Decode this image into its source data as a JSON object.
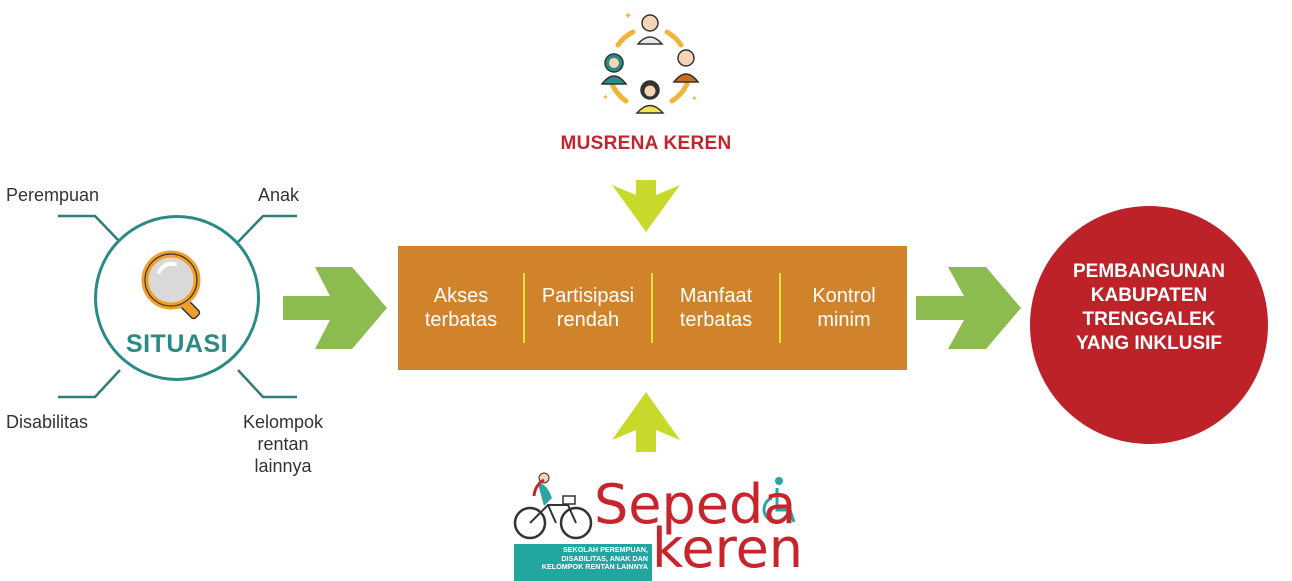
{
  "situasi": {
    "title": "SITUASI",
    "spokes": {
      "top_left": "Perempuan",
      "top_right": "Anak",
      "bottom_left": "Disabilitas",
      "bottom_right_1": "Kelompok",
      "bottom_right_2": "rentan",
      "bottom_right_3": "lainnya"
    }
  },
  "musrena": {
    "label": "MUSRENA KEREN"
  },
  "barriers": [
    {
      "line1": "Akses",
      "line2": "terbatas"
    },
    {
      "line1": "Partisipasi",
      "line2": "rendah"
    },
    {
      "line1": "Manfaat",
      "line2": "terbatas"
    },
    {
      "line1": "Kontrol",
      "line2": "minim"
    }
  ],
  "result": {
    "line1": "PEMBANGUNAN",
    "line2": "KABUPATEN",
    "line3": "TRENGGALEK",
    "line4": "YANG INKLUSIF"
  },
  "sepeda_logo": {
    "word1": "Sepeda",
    "word2": "keren",
    "banner_line1": "SEKOLAH PEREMPUAN,",
    "banner_line2": "DISABILITAS, ANAK DAN",
    "banner_line3": "KELOMPOK RENTAN LAINNYA"
  },
  "colors": {
    "teal": "#2a8a86",
    "spoke_line": "#2e7d7a",
    "arrow_green": "#8cbb4f",
    "arrow_yellow": "#c8d92b",
    "orange": "#d0832b",
    "separator": "#e6e23c",
    "red": "#bc2228"
  }
}
